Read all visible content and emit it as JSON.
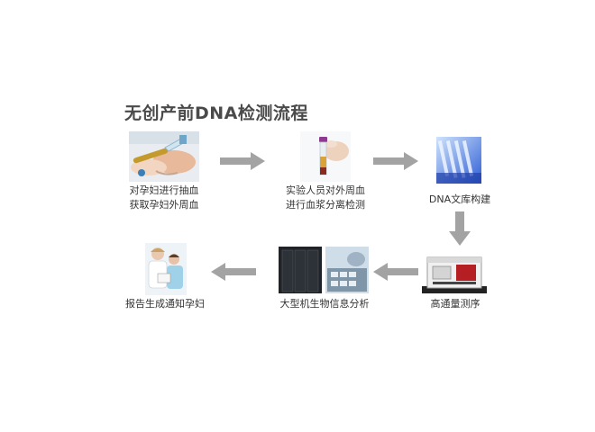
{
  "title": "无创产前DNA检测流程",
  "steps": [
    {
      "id": "blood-draw",
      "lines": [
        "对孕妇进行抽血",
        "获取孕妇外周血"
      ],
      "icon": "blood-draw-photo"
    },
    {
      "id": "plasma-separation",
      "lines": [
        "实验人员对外周血",
        "进行血浆分离检测"
      ],
      "icon": "test-tube-photo"
    },
    {
      "id": "dna-library",
      "lines": [
        "DNA文库构建"
      ],
      "icon": "pipette-tubes-photo"
    },
    {
      "id": "sequencing",
      "lines": [
        "高通量测序"
      ],
      "icon": "sequencer-machine-photo"
    },
    {
      "id": "bioinformatics",
      "lines": [
        "大型机生物信息分析"
      ],
      "icon": "server-keyboard-photo"
    },
    {
      "id": "report",
      "lines": [
        "报告生成通知孕妇"
      ],
      "icon": "doctor-patient-photo"
    }
  ],
  "colors": {
    "arrow": "#a3a3a3",
    "title": "#4a4a4a",
    "text": "#333333"
  }
}
